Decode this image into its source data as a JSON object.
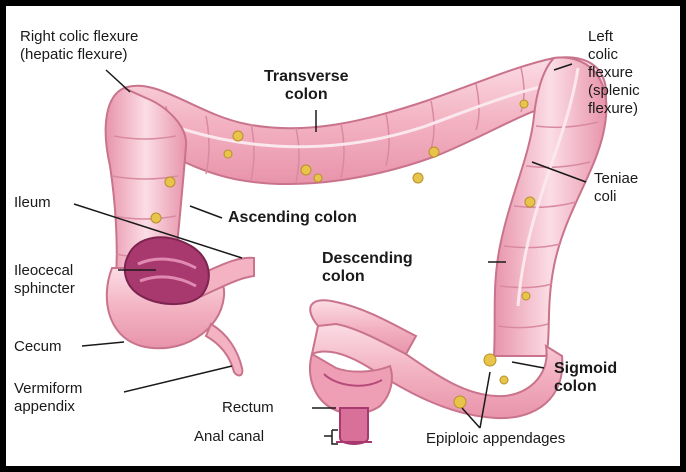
{
  "labels": {
    "right_colic_flexure": [
      "Right colic flexure",
      "(hepatic flexure)"
    ],
    "transverse_colon": [
      "Transverse",
      "colon"
    ],
    "left_colic_flexure": [
      "Left",
      "colic",
      "flexure",
      "(splenic",
      "flexure)"
    ],
    "teniae_coli": [
      "Teniae",
      "coli"
    ],
    "ileum": "Ileum",
    "ascending_colon": "Ascending colon",
    "ileocecal_sphincter": [
      "Ileocecal",
      "sphincter"
    ],
    "descending_colon": [
      "Descending",
      "colon"
    ],
    "cecum": "Cecum",
    "sigmoid_colon": [
      "Sigmoid",
      "colon"
    ],
    "vermiform_appendix": [
      "Vermiform",
      "appendix"
    ],
    "rectum": "Rectum",
    "anal_canal": "Anal canal",
    "epiploic_appendages": "Epiploic appendages"
  },
  "colors": {
    "colon_fill": "#f3b3c3",
    "colon_highlight": "#fbdde6",
    "colon_outline": "#c9738c",
    "ileum_inner": "#a8396e",
    "fat_appendage": "#e8c44a",
    "frame": "#000000"
  }
}
